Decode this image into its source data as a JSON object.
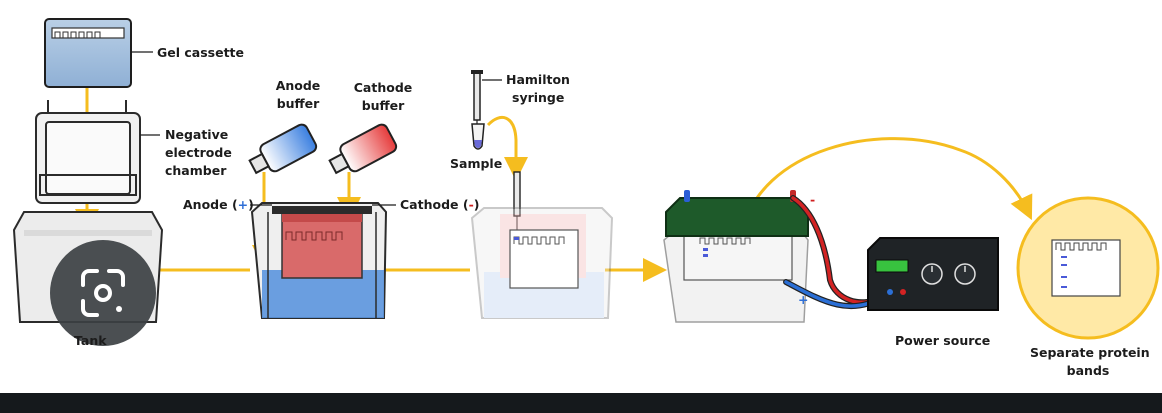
{
  "labels": {
    "gel_cassette": "Gel cassette",
    "negative_line1": "Negative",
    "negative_line2": "electrode",
    "negative_line3": "chamber",
    "anode_buffer_line1": "Anode",
    "anode_buffer_line2": "buffer",
    "cathode_buffer_line1": "Cathode",
    "cathode_buffer_line2": "buffer",
    "hamilton_line1": "Hamilton",
    "hamilton_line2": "syringe",
    "sample": "Sample",
    "anode_text": "Anode (",
    "anode_sign": "+",
    "cathode_text": "Cathode (",
    "cathode_sign": "-",
    "close_paren": ")",
    "tank": "Tank",
    "power_source": "Power source",
    "bands_line1": "Separate protein",
    "bands_line2": "bands",
    "lid_minus": "-",
    "lid_plus": "+"
  },
  "colors": {
    "arrow": "#f5bd1f",
    "anode_buffer": "#3a7fe0",
    "cathode_buffer": "#e63b3b",
    "lid_green": "#1e5a2a",
    "power_box": "#1f2326",
    "display_green": "#38c23f",
    "result_circle": "#ffe9a6",
    "bottom_bar": "#15191c"
  },
  "icons": {
    "lens_badge": "google-lens-icon"
  }
}
